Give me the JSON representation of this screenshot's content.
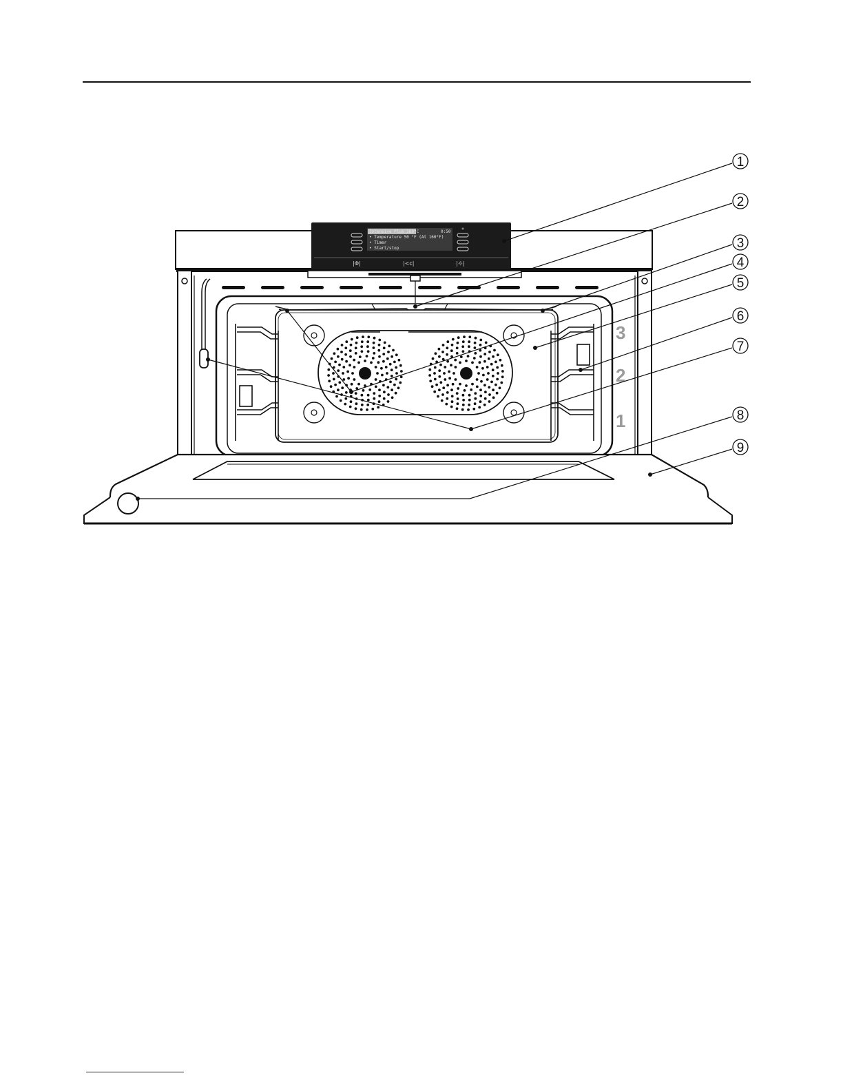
{
  "callouts": [
    {
      "num": "1",
      "label": ""
    },
    {
      "num": "2",
      "label": ""
    },
    {
      "num": "3",
      "label": ""
    },
    {
      "num": "4",
      "label": ""
    },
    {
      "num": "5",
      "label": ""
    },
    {
      "num": "6",
      "label": ""
    },
    {
      "num": "7",
      "label": ""
    },
    {
      "num": "8",
      "label": ""
    },
    {
      "num": "9",
      "label": ""
    }
  ],
  "shelf_levels": [
    "3",
    "2",
    "1"
  ],
  "display": {
    "line1": "Intensive Plus 160°C",
    "line1_right": "0:50",
    "line2": "• Temperature   50 °F (At 160°F)",
    "line3": "• Timer",
    "line4": "• Start/stop"
  },
  "panel_symbols": [
    "|Φ|",
    "|<c|",
    "|☼|"
  ],
  "icons": [
    "power-icon",
    "light-icon",
    "timer-icon"
  ],
  "colors": {
    "line": "#111111",
    "panel": "#1b1b1b",
    "shelf_numbers": "#9a9a9a"
  }
}
